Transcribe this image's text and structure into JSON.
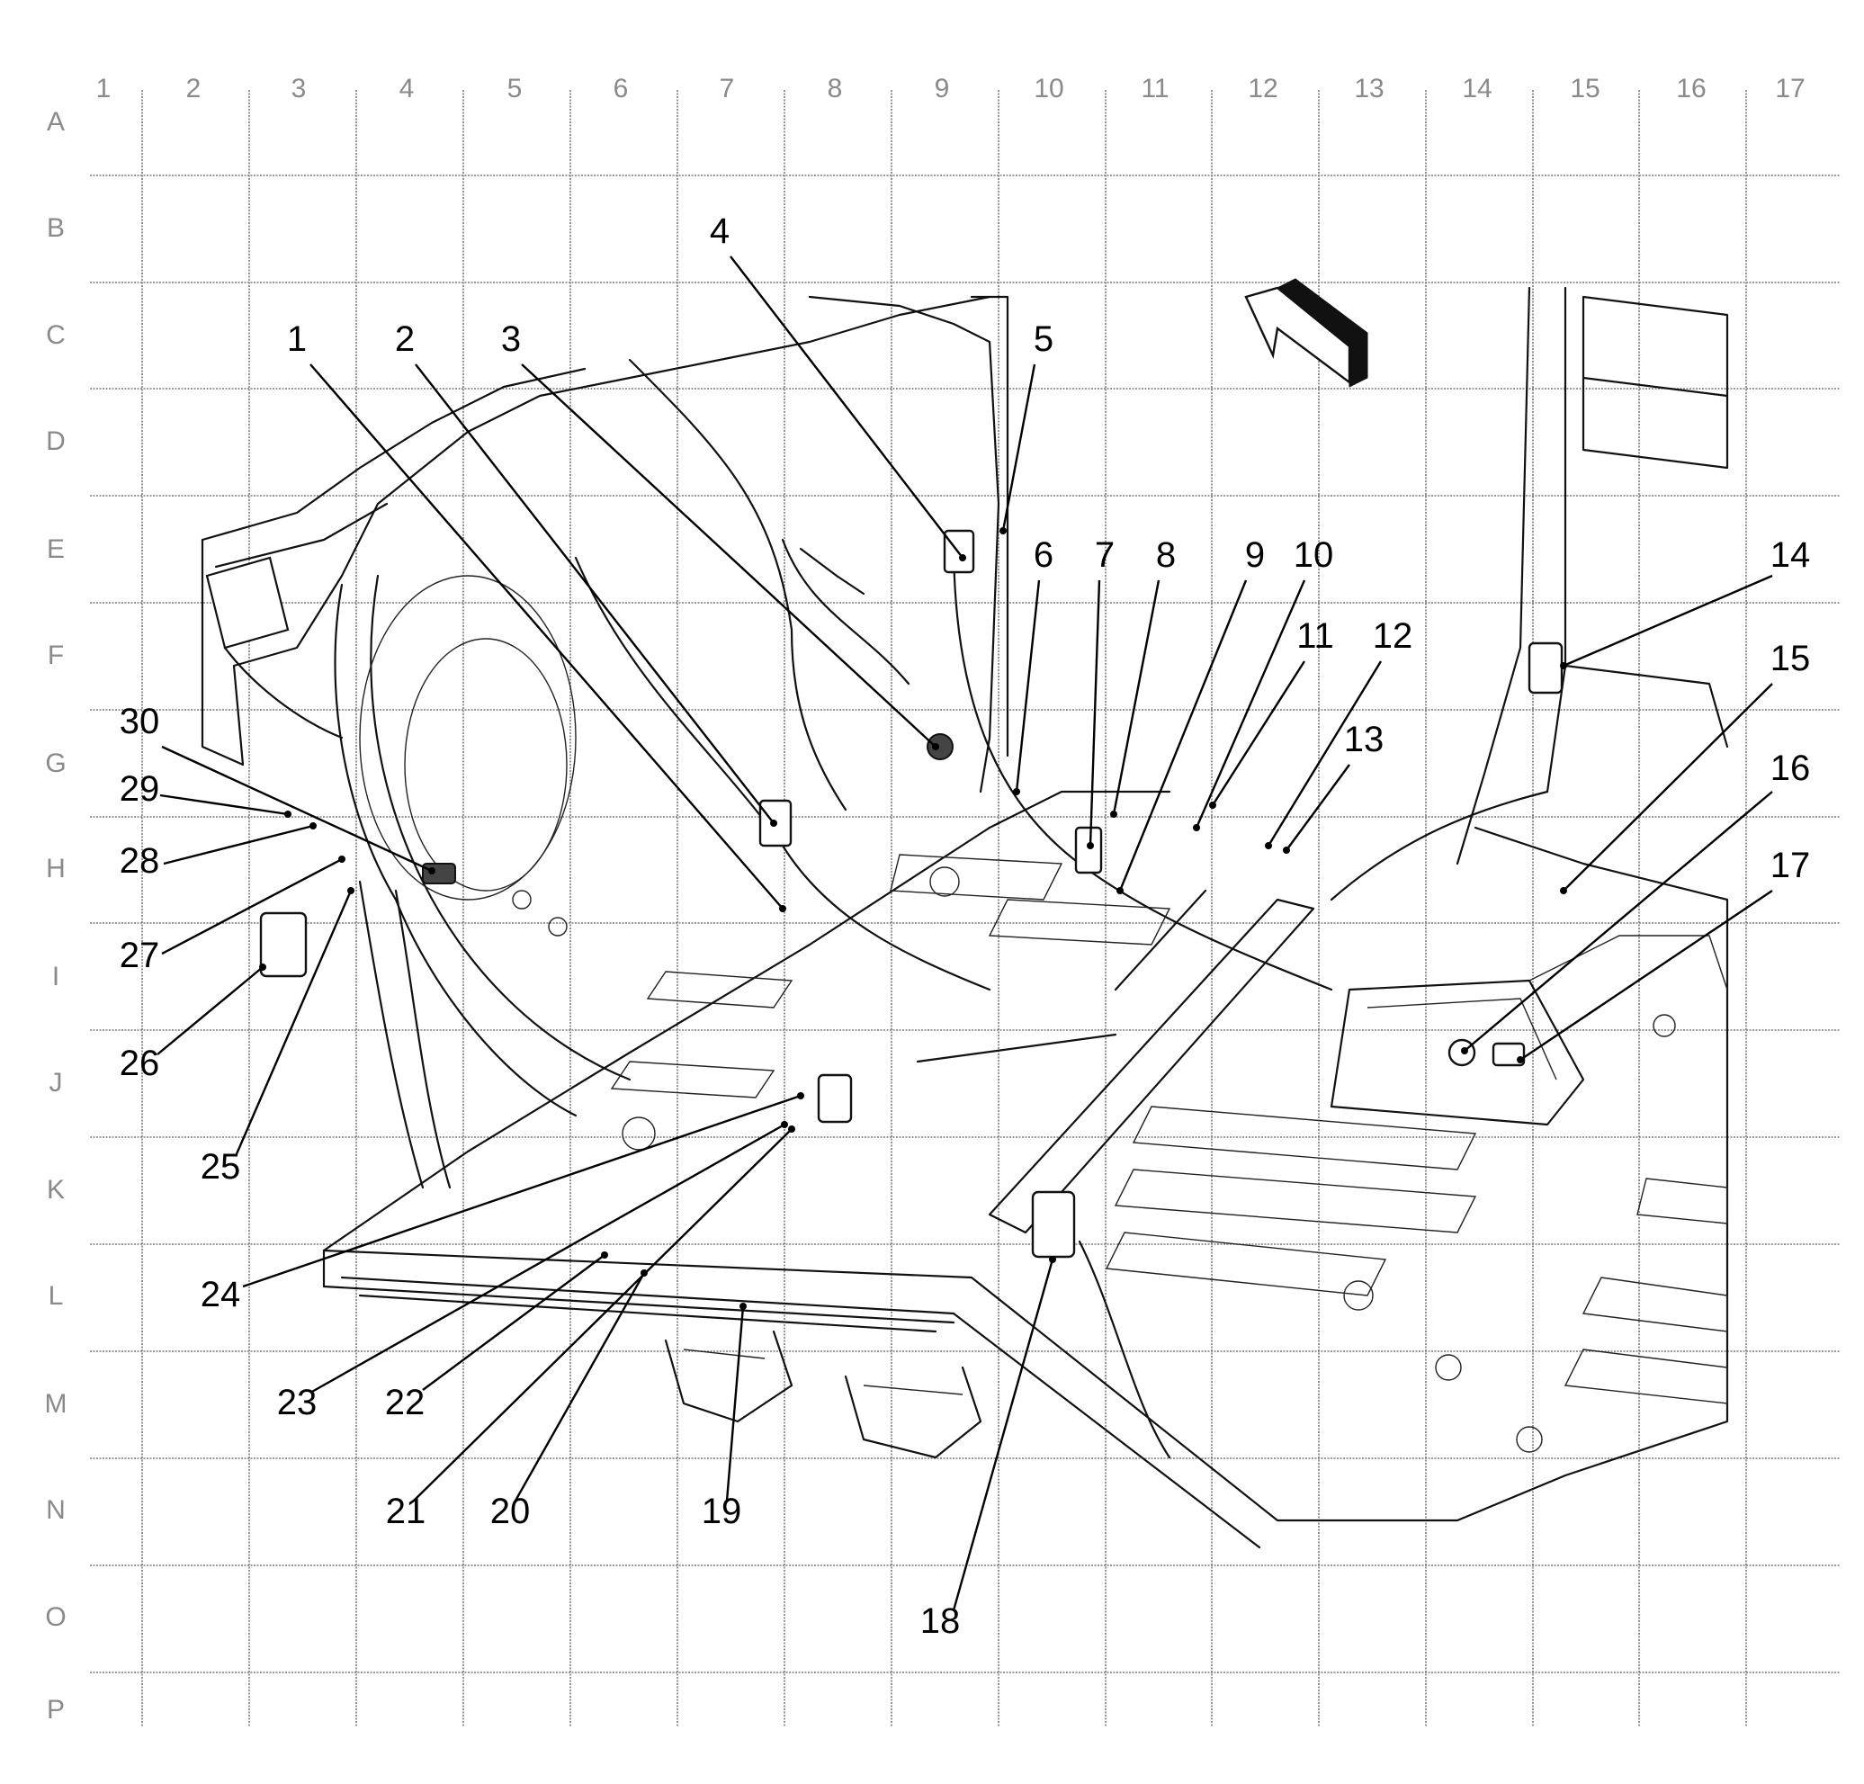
{
  "column_labels": [
    "1",
    "2",
    "3",
    "4",
    "5",
    "6",
    "7",
    "8",
    "9",
    "10",
    "11",
    "12",
    "13",
    "14",
    "15",
    "16",
    "17"
  ],
  "row_labels": [
    "A",
    "B",
    "C",
    "D",
    "E",
    "F",
    "G",
    "H",
    "I",
    "J",
    "K",
    "L",
    "M",
    "N",
    "O",
    "P"
  ],
  "callouts": [
    "1",
    "2",
    "3",
    "4",
    "5",
    "6",
    "7",
    "8",
    "9",
    "10",
    "11",
    "12",
    "13",
    "14",
    "15",
    "16",
    "17",
    "18",
    "19",
    "20",
    "21",
    "22",
    "23",
    "24",
    "25",
    "26",
    "27",
    "28",
    "29",
    "30"
  ]
}
